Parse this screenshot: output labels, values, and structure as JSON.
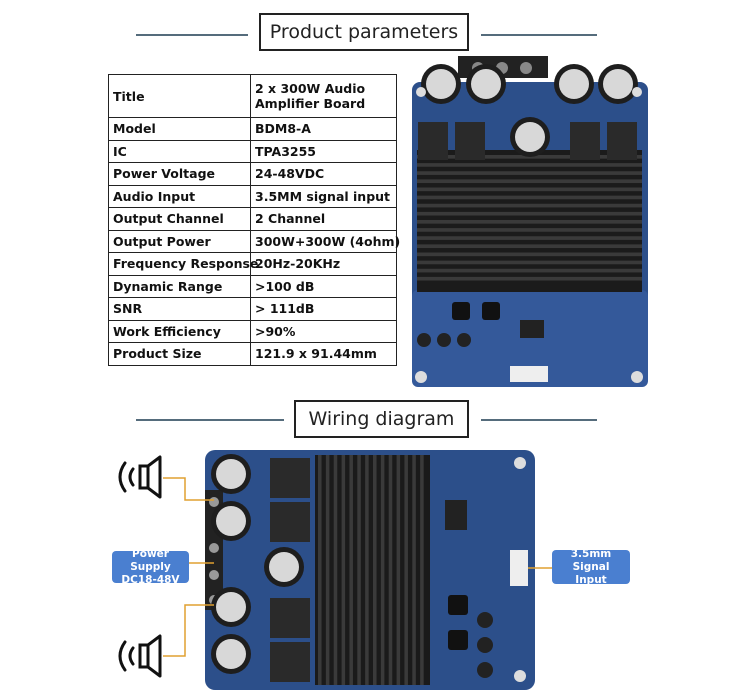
{
  "headings": {
    "parameters": "Product parameters",
    "wiring": "Wiring diagram"
  },
  "parameters": [
    {
      "key": "Title",
      "value": "2 x 300W Audio Amplifier Board"
    },
    {
      "key": "Model",
      "value": "BDM8-A"
    },
    {
      "key": "IC",
      "value": "TPA3255"
    },
    {
      "key": "Power Voltage",
      "value": "24-48VDC"
    },
    {
      "key": "Audio  Input",
      "value": "3.5MM signal input"
    },
    {
      "key": "Output Channel",
      "value": "2 Channel"
    },
    {
      "key": "Output Power",
      "value": "300W+300W (4ohm)"
    },
    {
      "key": "Frequency Response",
      "value": "20Hz-20KHz"
    },
    {
      "key": "Dynamic Range",
      "value": ">100 dB"
    },
    {
      "key": "SNR",
      "value": "> 111dB"
    },
    {
      "key": "Work Efficiency",
      "value": ">90%"
    },
    {
      "key": "Product Size",
      "value": "121.9 x 91.44mm"
    }
  ],
  "callouts": {
    "power_line1": "Power Supply",
    "power_line2": "DC18-48V",
    "signal_line1": "3.5mm",
    "signal_line2": "Signal Input"
  },
  "colors": {
    "pcb": "#2c4f8a",
    "heatsink": "#1a1a1a",
    "callout": "#4a7fd0",
    "wire": "#e0a030"
  },
  "icons": [
    "speaker-icon",
    "speaker-icon"
  ]
}
